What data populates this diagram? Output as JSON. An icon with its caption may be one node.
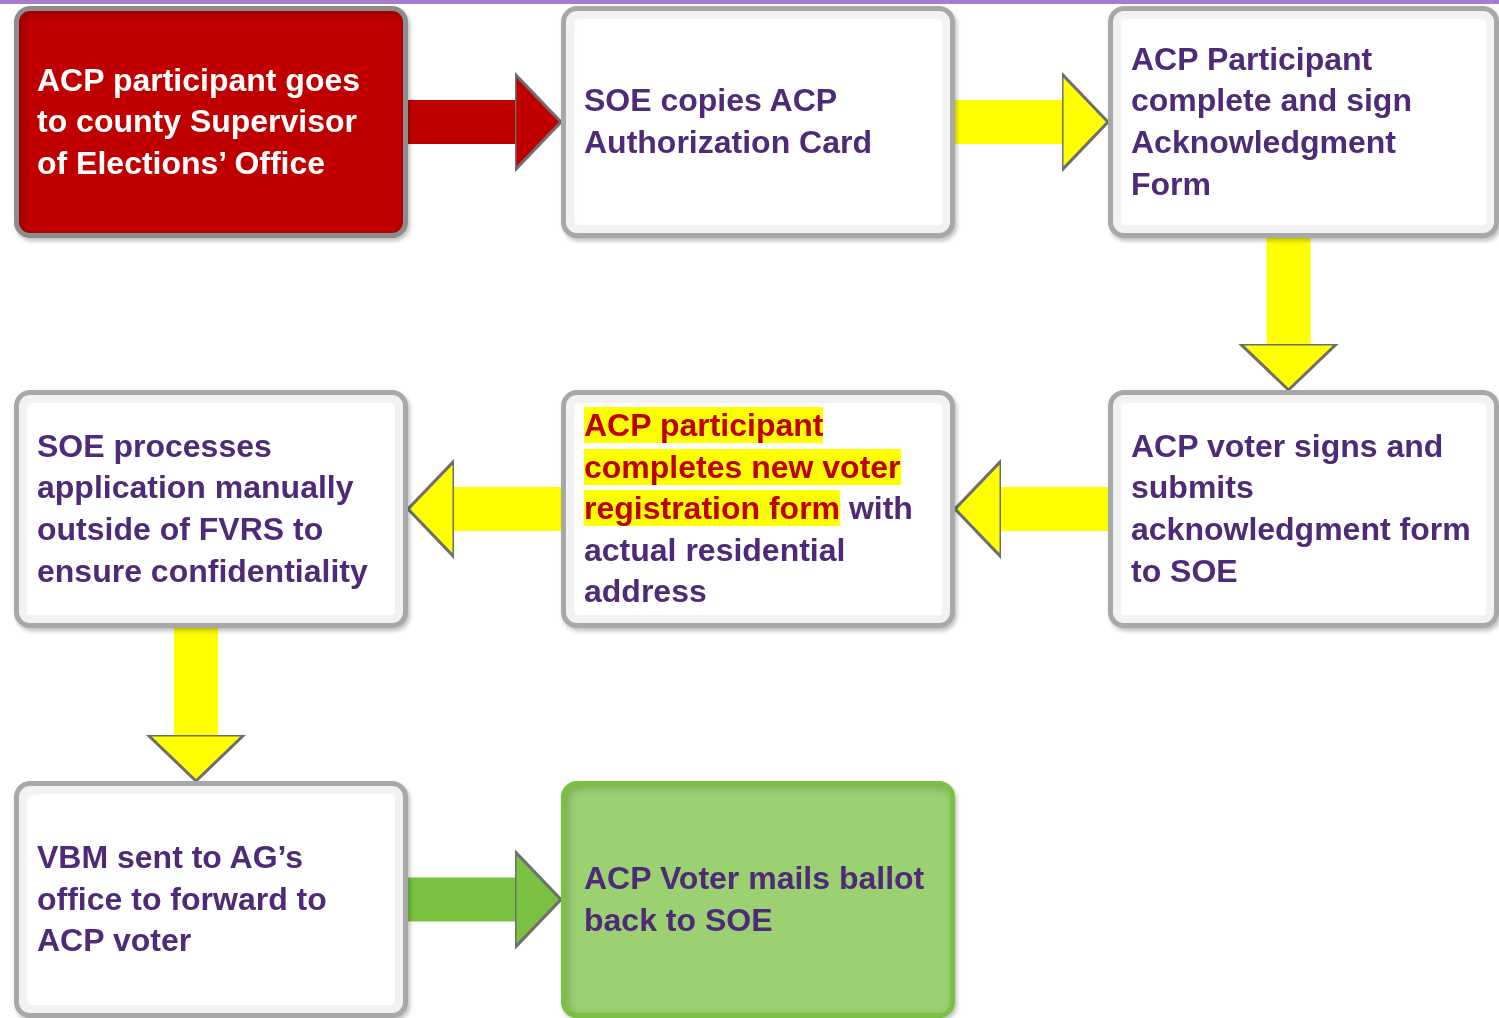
{
  "diagram": {
    "nodes": [
      {
        "text": [
          "ACP participant goes to county Supervisor of Elections’ Office"
        ]
      },
      {
        "text": [
          "SOE copies ACP Authorization Card"
        ]
      },
      {
        "text": [
          "ACP Participant complete and sign Acknowledgment Form"
        ]
      },
      {
        "text": [
          "ACP voter signs and submits acknowledgment form to SOE"
        ]
      },
      {
        "text": [
          "**ACP participant completes new voter registration form** with actual residential address"
        ]
      },
      {
        "text": [
          "SOE processes application manually outside of FVRS to ensure confidentiality"
        ]
      },
      {
        "text": [
          "VBM sent to AG’s office to forward to ACP voter"
        ]
      },
      {
        "text": [
          "ACP Voter mails ballot back to SOE"
        ]
      }
    ],
    "edges": [
      {
        "from": 0,
        "to": 1,
        "arrow": "to",
        "color": "#c00000"
      },
      {
        "from": 1,
        "to": 2,
        "arrow": "to"
      },
      {
        "from": 2,
        "to": 3,
        "arrow": "to"
      },
      {
        "from": 3,
        "to": 4,
        "arrow": "to"
      },
      {
        "from": 4,
        "to": 5,
        "arrow": "to"
      },
      {
        "from": 5,
        "to": 6,
        "arrow": "to"
      },
      {
        "from": 6,
        "to": 7,
        "arrow": "to",
        "color": "#7ac142"
      }
    ]
  }
}
